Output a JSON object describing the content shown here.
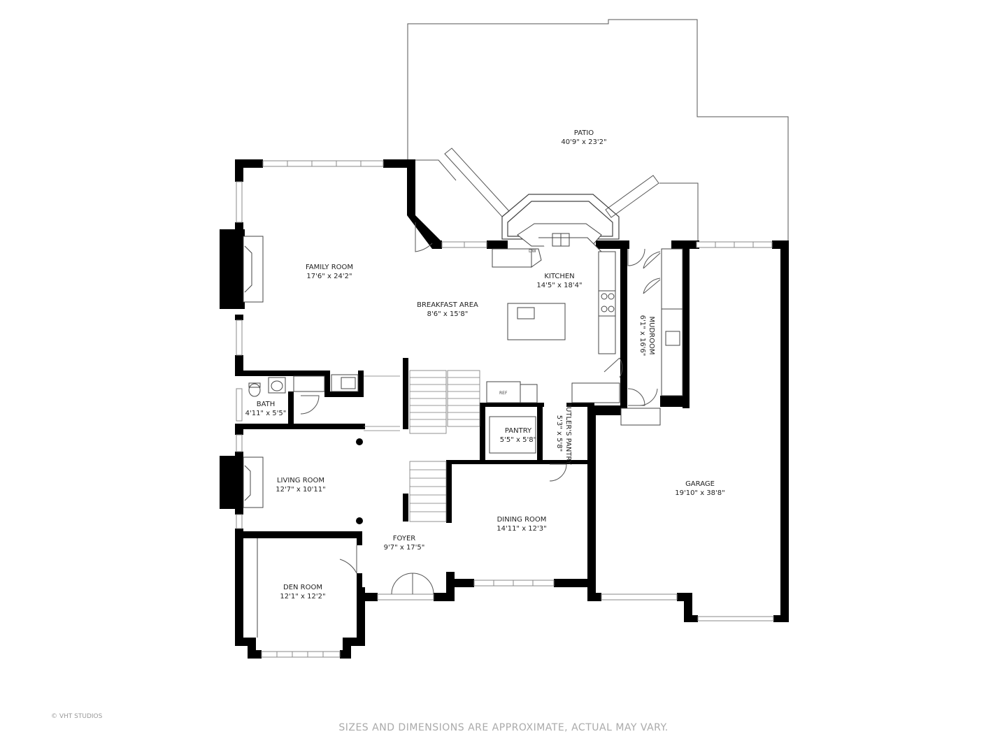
{
  "rooms": {
    "patio": {
      "name": "PATIO",
      "dims": "40'9\" x 23'2\""
    },
    "family_room": {
      "name": "FAMILY ROOM",
      "dims": "17'6\" x 24'2\""
    },
    "breakfast_area": {
      "name": "BREAKFAST AREA",
      "dims": "8'6\" x 15'8\""
    },
    "kitchen": {
      "name": "KITCHEN",
      "dims": "14'5\" x 18'4\""
    },
    "mudroom": {
      "name": "MUDROOM",
      "dims": "6'1\" x 16'6\""
    },
    "bath": {
      "name": "BATH",
      "dims": "4'11\" x 5'5\""
    },
    "pantry": {
      "name": "PANTRY",
      "dims": "5'5\" x 5'8\""
    },
    "butlers_pantry": {
      "name": "BUTLER'S PANTRY",
      "dims": "5'3\" x 5'8\""
    },
    "living_room": {
      "name": "LIVING ROOM",
      "dims": "12'7\" x 10'11\""
    },
    "garage": {
      "name": "GARAGE",
      "dims": "19'10\" x 38'8\""
    },
    "dining_room": {
      "name": "DINING ROOM",
      "dims": "14'11\" x 12'3\""
    },
    "foyer": {
      "name": "FOYER",
      "dims": "9'7\" x 17'5\""
    },
    "den_room": {
      "name": "DEN ROOM",
      "dims": "12'1\" x 12'2\""
    }
  },
  "fixtures": {
    "dishwasher": "DW",
    "refrigerator": "REF"
  },
  "footer": {
    "copyright": "© VHT STUDIOS",
    "disclaimer": "SIZES AND DIMENSIONS ARE APPROXIMATE, ACTUAL MAY VARY."
  },
  "colors": {
    "wall": "#000000",
    "line": "#444444",
    "window": "#999999",
    "text": "#222222"
  }
}
